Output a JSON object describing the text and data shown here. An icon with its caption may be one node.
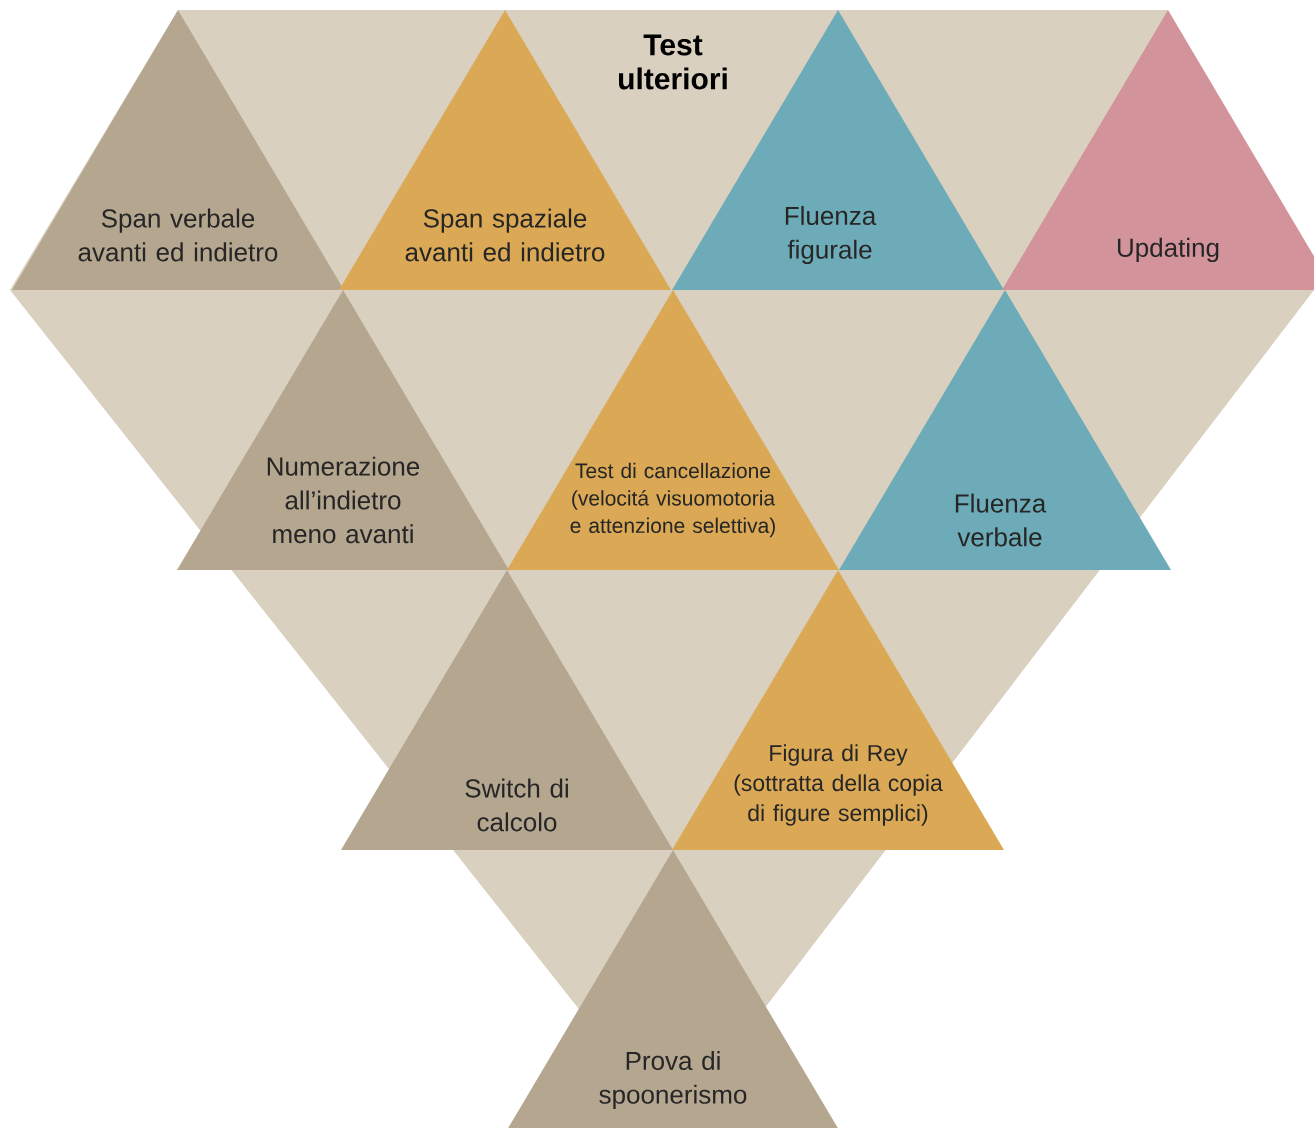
{
  "diagram": {
    "nodes": [
      {
        "text": [
          "Span verbale avanti ed indietro"
        ]
      },
      {
        "text": [
          "Span spaziale avanti ed indietro"
        ]
      },
      {
        "text": [
          "Fluenza figurale"
        ]
      },
      {
        "text": [
          "Updating"
        ]
      },
      {
        "text": [
          "Numerazione all’indietro meno avanti"
        ]
      },
      {
        "text": [
          "Test di cancellazione (velocitá visuomotoria e attenzione selettiva)"
        ]
      },
      {
        "text": [
          "Fluenza verbale"
        ]
      },
      {
        "text": [
          "Switch di calcolo"
        ]
      },
      {
        "text": [
          "Figura di Rey (sottratta della copia di figure semplici)"
        ]
      },
      {
        "text": [
          "Prova di spoonerismo"
        ]
      }
    ],
    "labels": [
      "Test ulteriori"
    ]
  }
}
